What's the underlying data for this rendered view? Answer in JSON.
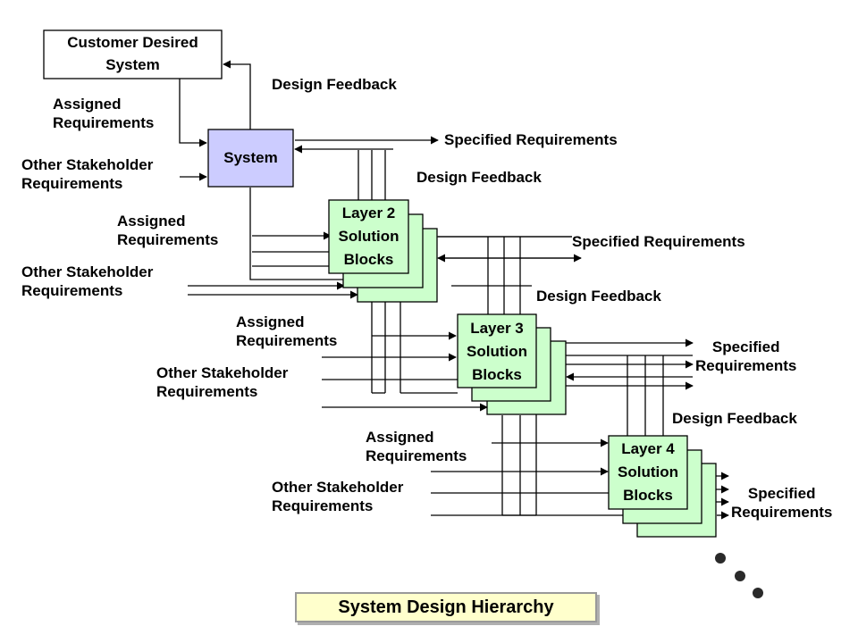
{
  "title": "System Design Hierarchy",
  "nodes": {
    "customer": [
      "Customer Desired",
      "System"
    ],
    "system": "System",
    "layer2": [
      "Layer 2",
      "Solution",
      "Blocks"
    ],
    "layer3": [
      "Layer 3",
      "Solution",
      "Blocks"
    ],
    "layer4": [
      "Layer 4",
      "Solution",
      "Blocks"
    ]
  },
  "labels": {
    "design_feedback": "Design Feedback",
    "assigned": [
      "Assigned",
      "Requirements"
    ],
    "other_stakeholder": [
      "Other Stakeholder",
      "Requirements"
    ],
    "specified_one_line": "Specified Requirements",
    "specified_two_line": [
      "Specified",
      "Requirements"
    ]
  },
  "colors": {
    "system_fill": "#ccccff",
    "layer_fill": "#ccffcc",
    "title_fill": "#ffffcc",
    "ellipsis_dots": "#333333"
  }
}
